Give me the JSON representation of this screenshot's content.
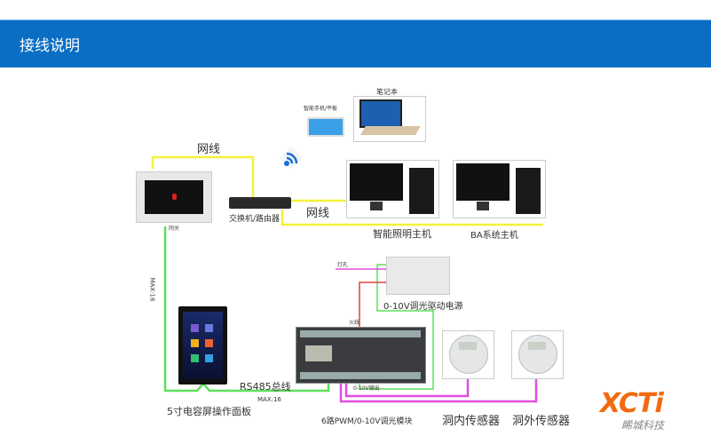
{
  "header": {
    "title": "接线说明"
  },
  "labels": {
    "net_cable_1": "网线",
    "net_cable_2": "网线",
    "switch": "交换机/路由器",
    "gateway": "网关",
    "phone": "智能手机/平板",
    "laptop": "笔记本",
    "host_lighting": "智能照明主机",
    "host_ba": "BA系统主机",
    "max_vertical": "MAX:16",
    "rs485": "RS485总线",
    "max_bus": "MAX:16",
    "panel": "5寸电容屏操作面板",
    "module": "6路PWM/0-10V调光模块",
    "driver": "0-10V调光驱动电源",
    "live": "火线",
    "lamp": "灯孔",
    "output": "0-10V输出",
    "sensor_in": "洞内传感器",
    "sensor_out": "洞外传感器"
  },
  "logo": {
    "brand": "XCTi",
    "company": "睎城科技"
  },
  "colors": {
    "header": "#0a6ec4",
    "yellow": "#f5f03a",
    "green": "#5de05a",
    "pink": "#e04ee0",
    "red": "#e04040",
    "logo": "#f26a10"
  }
}
